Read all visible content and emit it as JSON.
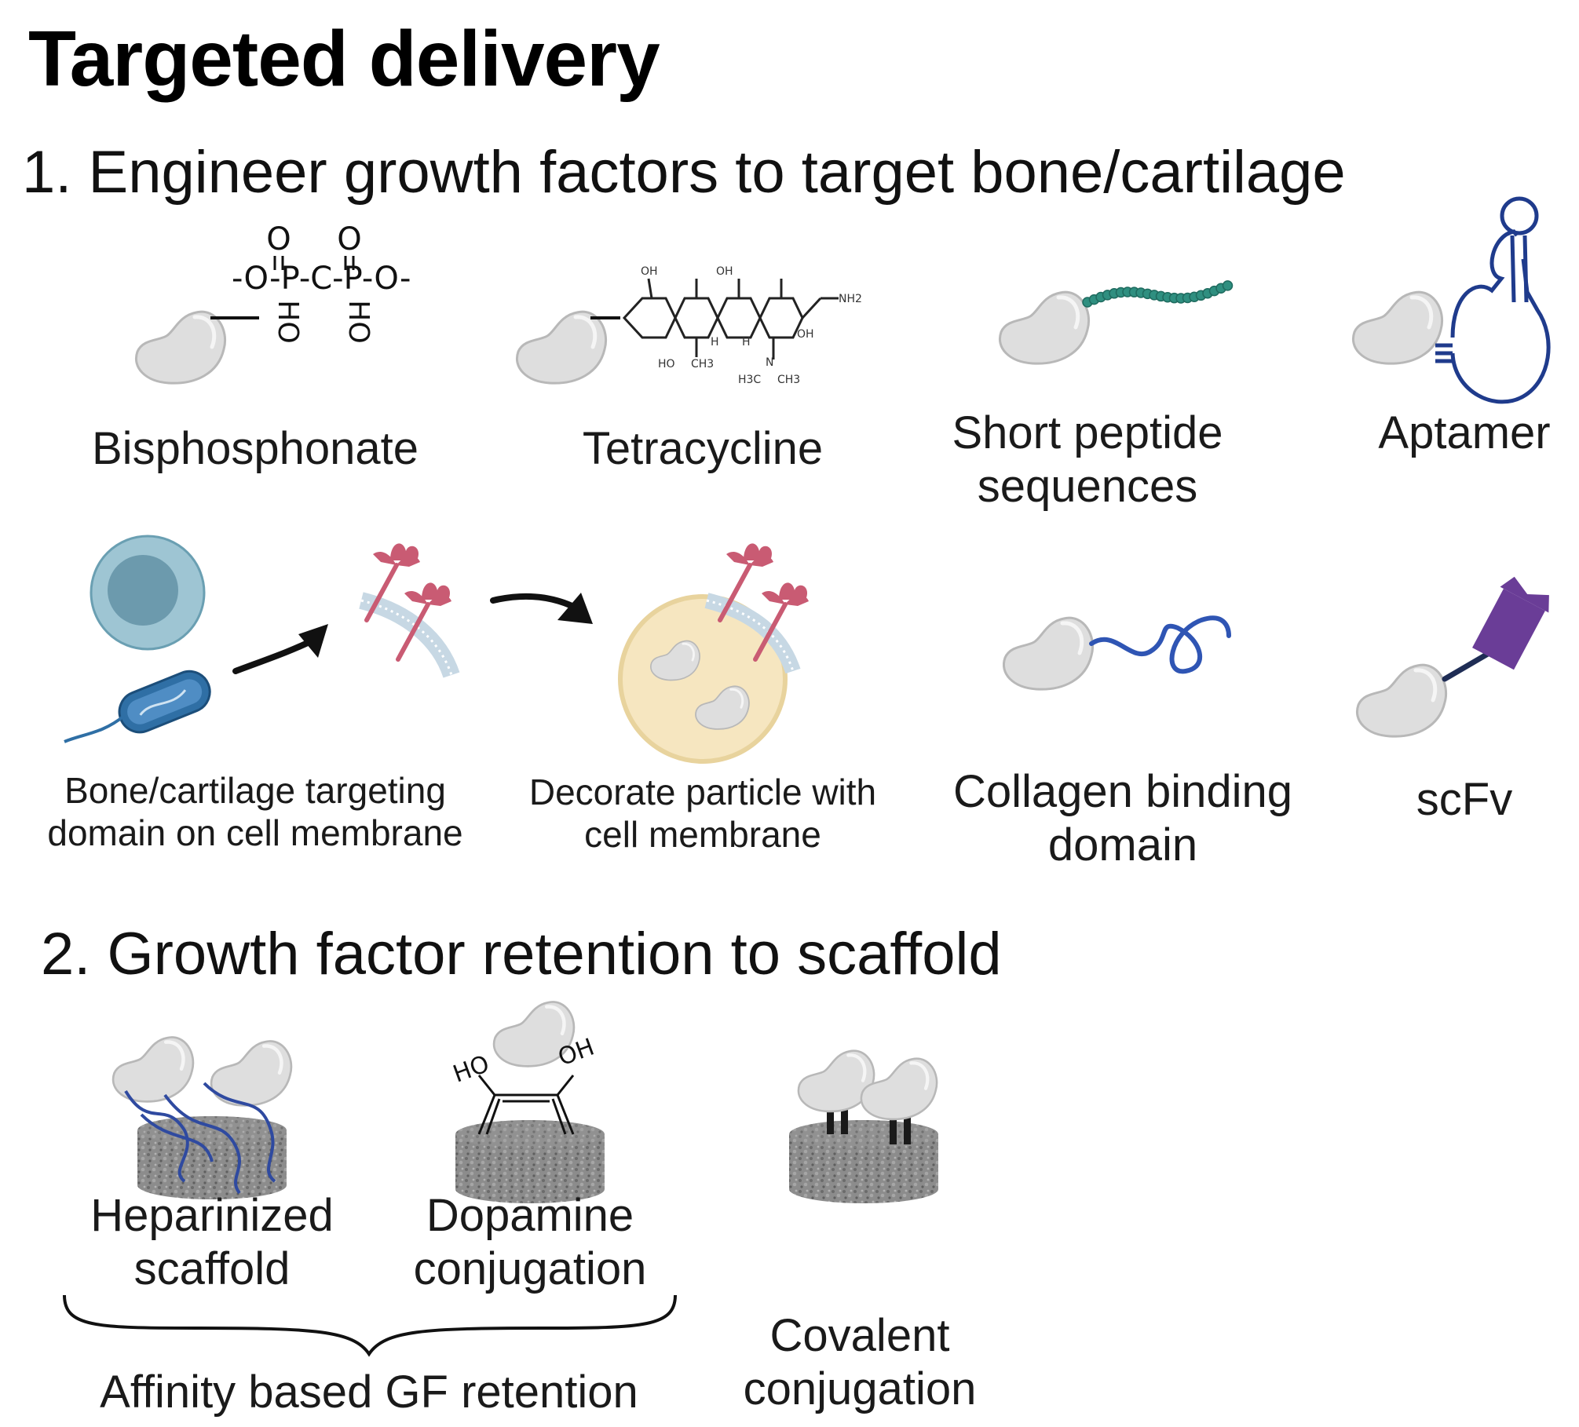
{
  "title": "Targeted delivery",
  "section1": {
    "heading": "1.  Engineer growth factors to target bone/cartilage",
    "items": [
      {
        "label": "Bisphosphonate",
        "icon": "bisphosphonate-structure-icon"
      },
      {
        "label": "Tetracycline",
        "icon": "tetracycline-structure-icon"
      },
      {
        "label": "Short peptide sequences",
        "icon": "peptide-chain-icon"
      },
      {
        "label": "Aptamer",
        "icon": "aptamer-loop-icon"
      },
      {
        "label": "Bone/cartilage targeting domain on cell membrane",
        "icon": "cell-and-bacterium-icon"
      },
      {
        "label": "Decorate particle with cell membrane",
        "icon": "membrane-coated-particle-icon"
      },
      {
        "label": "Collagen binding domain",
        "icon": "collagen-binding-coil-icon"
      },
      {
        "label": "scFv",
        "icon": "scfv-fragment-icon"
      }
    ]
  },
  "section2": {
    "heading": "2. Growth factor retention to scaffold",
    "items": [
      {
        "label": "Heparinized scaffold",
        "icon": "heparin-scaffold-icon"
      },
      {
        "label": "Dopamine conjugation",
        "icon": "dopamine-scaffold-icon"
      },
      {
        "label": "Covalent conjugation",
        "icon": "covalent-scaffold-icon"
      }
    ],
    "group_label": "Affinity based GF retention"
  },
  "chemistry": {
    "bisphosphonate": [
      "O",
      "O",
      "-O-P-C-P-O-",
      "HO",
      "HO"
    ],
    "tetracycline": [
      "OH",
      "OH",
      "OH",
      "NH2",
      "HO",
      "CH3",
      "H",
      "H",
      "N",
      "H3C",
      "CH3"
    ],
    "dopamine": [
      "HO",
      "OH"
    ]
  },
  "colors": {
    "growth_factor": "#dedede",
    "peptide": "#2f8f80",
    "membrane_receptor": "#c95b73",
    "cell": "#8fb9c9",
    "bacterium": "#2f6fa5",
    "particle": "#f6e6c0",
    "collagen_coil": "#2f55b4",
    "scfv": "#6a3d97",
    "scaffold": "#8a8a8a",
    "heparin": "#2f4aa0"
  }
}
